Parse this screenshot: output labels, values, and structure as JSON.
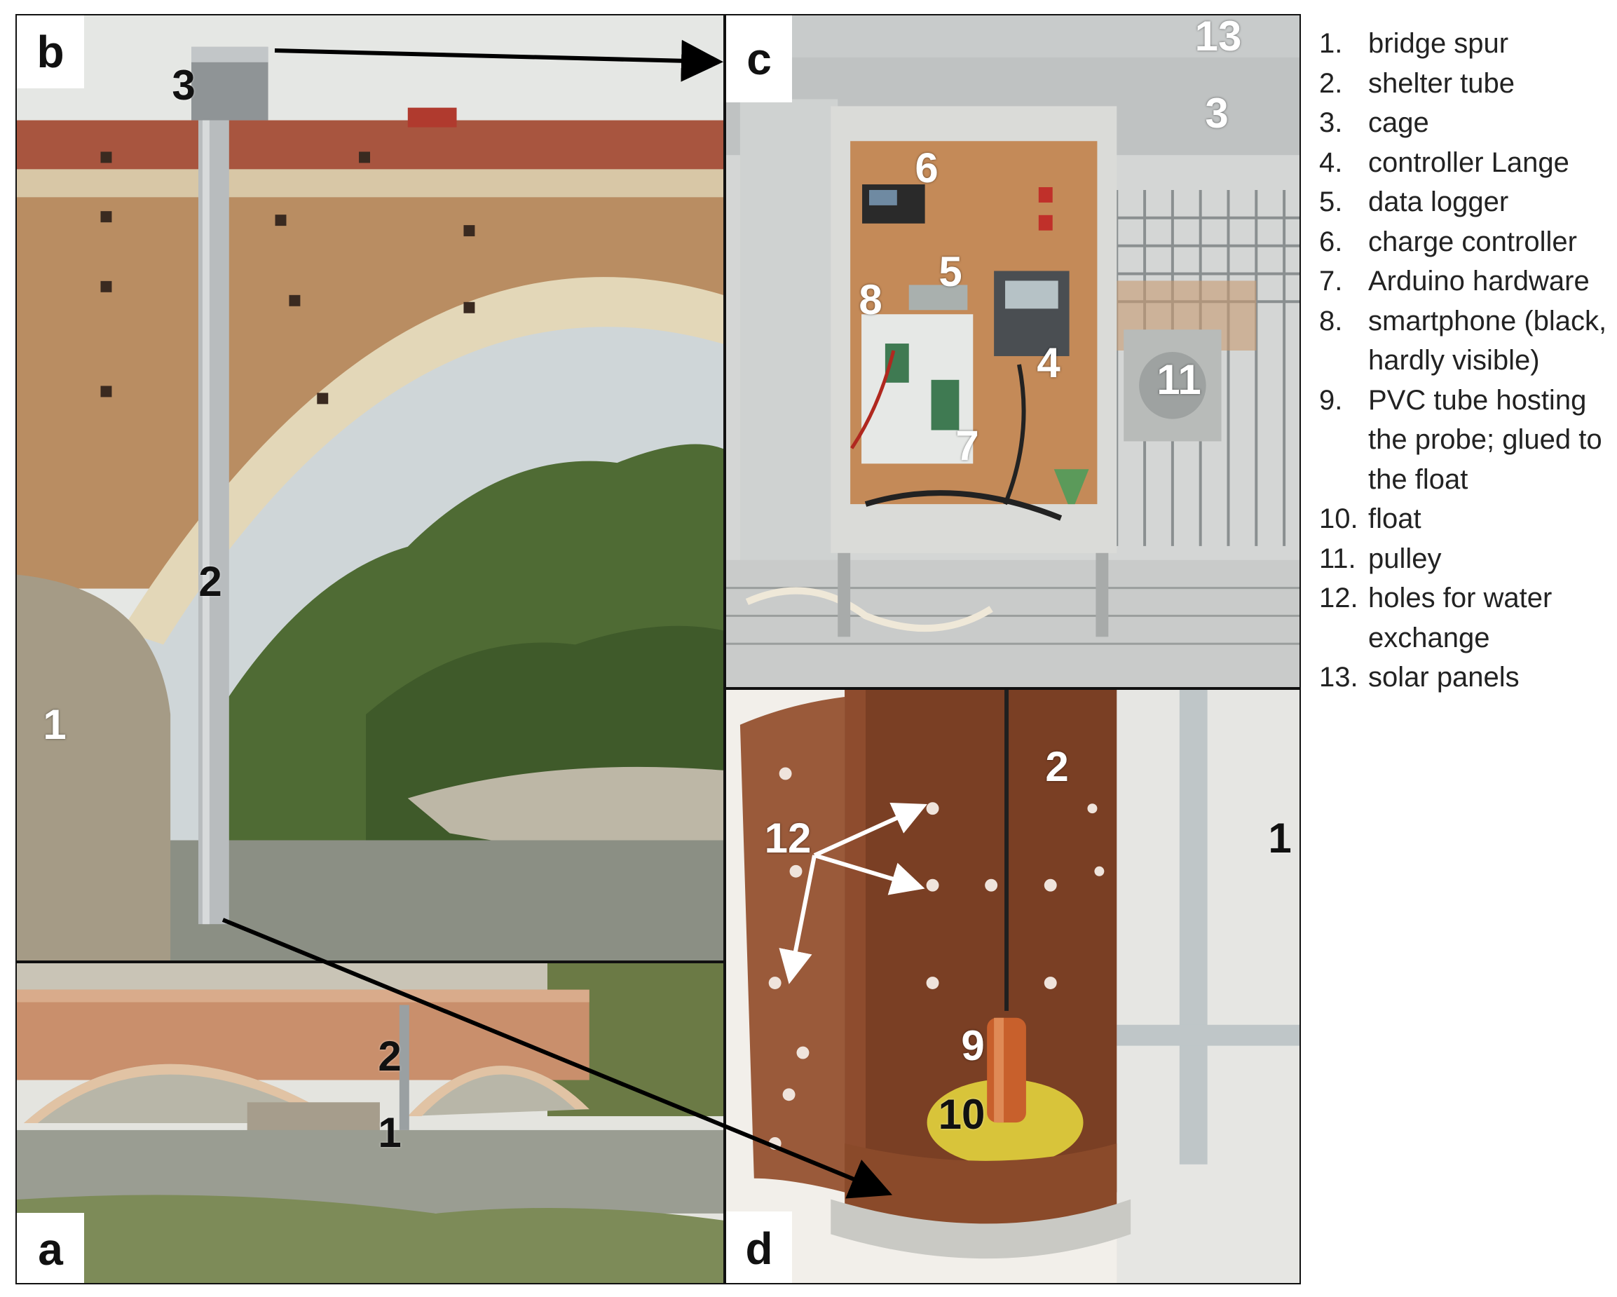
{
  "panels": {
    "a": {
      "letter": "a",
      "labels": {
        "spur": "1",
        "tube": "2"
      }
    },
    "b": {
      "letter": "b",
      "labels": {
        "spur": "1",
        "tube": "2",
        "cage": "3"
      }
    },
    "c": {
      "letter": "c",
      "labels": {
        "cage": "3",
        "controller": "4",
        "logger": "5",
        "charge": "6",
        "arduino": "7",
        "smartphone": "8",
        "pulley": "11",
        "solar": "13"
      }
    },
    "d": {
      "letter": "d",
      "labels": {
        "spur": "1",
        "tube": "2",
        "pvc": "9",
        "float": "10",
        "holes": "12"
      }
    }
  },
  "legend": [
    {
      "num": "1.",
      "text": "bridge spur"
    },
    {
      "num": "2.",
      "text": "shelter tube"
    },
    {
      "num": "3.",
      "text": "cage"
    },
    {
      "num": "4.",
      "text": "controller Lange"
    },
    {
      "num": "5.",
      "text": "data logger"
    },
    {
      "num": "6.",
      "text": "charge controller"
    },
    {
      "num": "7.",
      "text": "Arduino hardware"
    },
    {
      "num": "8.",
      "text": "smartphone (black, hardly visible)"
    },
    {
      "num": "9.",
      "text": "PVC tube hosting the probe; glued to the float"
    },
    {
      "num": "10.",
      "text": "float"
    },
    {
      "num": "11.",
      "text": "pulley"
    },
    {
      "num": "12.",
      "text": "holes for water exchange"
    },
    {
      "num": "13.",
      "text": "solar panels"
    }
  ],
  "colors": {
    "brick": "#b4825c",
    "sky": "#e6e8e6",
    "foliage": "#4f6b34",
    "water": "#8b8f84",
    "board": "#c48a58",
    "enclosure": "#d9d9d6",
    "tube_rust": "#8a4a2a",
    "float": "#d8c43a",
    "probe": "#c8602c"
  }
}
